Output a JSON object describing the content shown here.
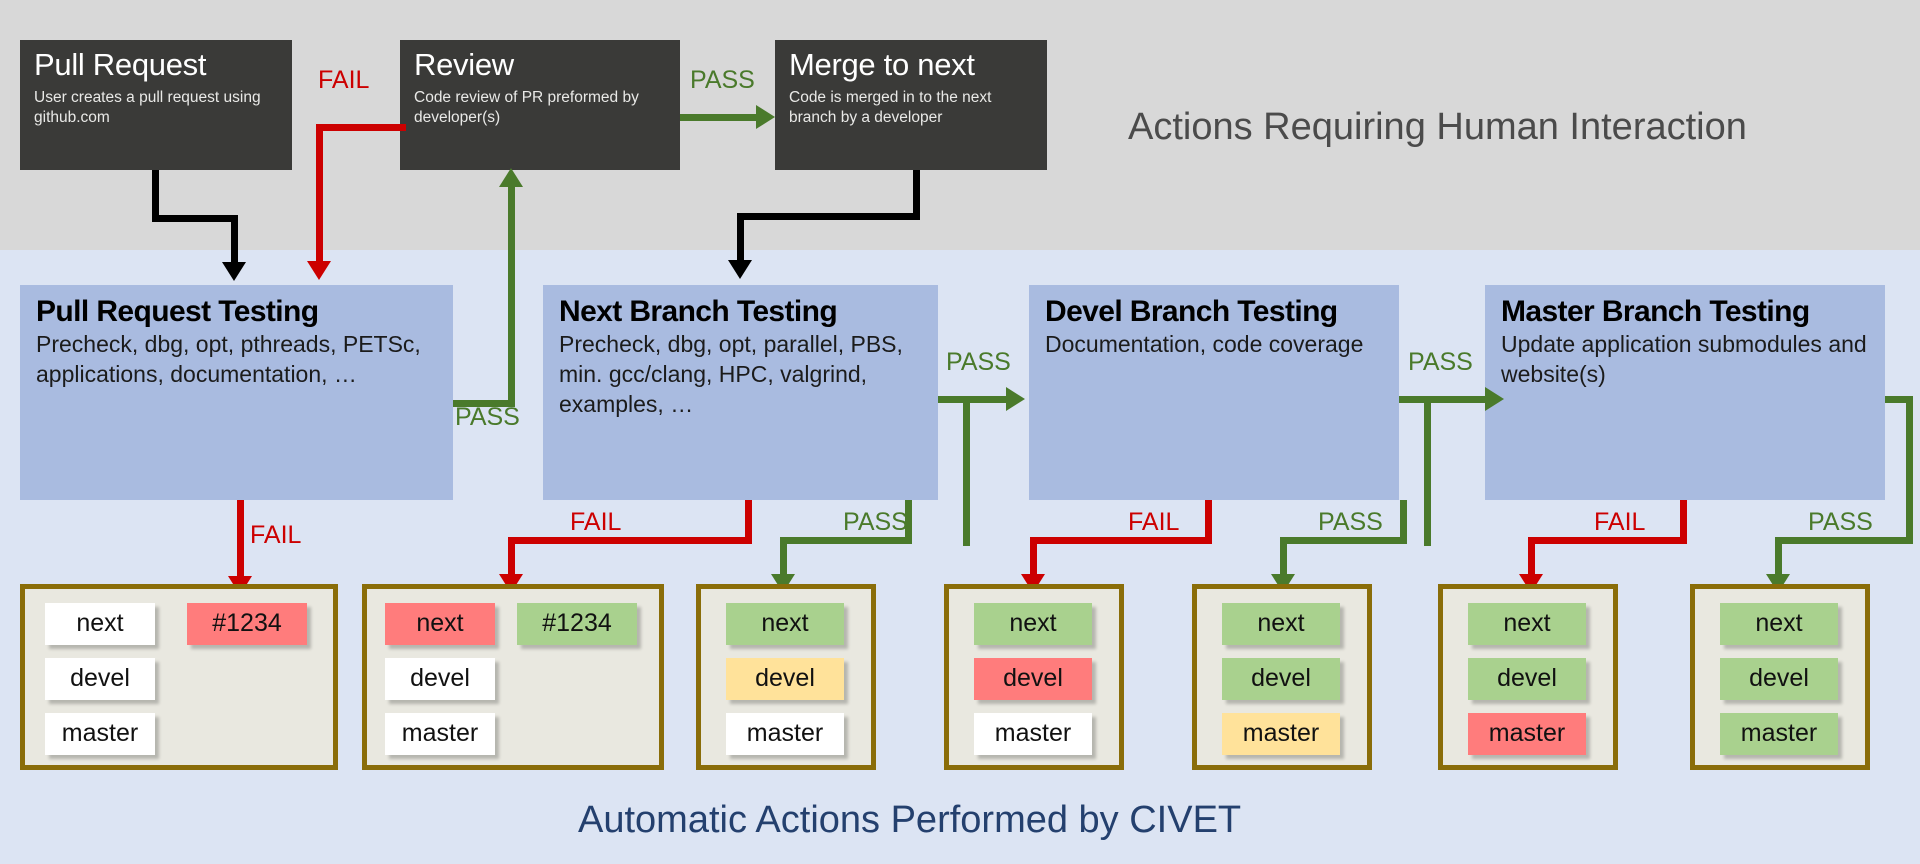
{
  "bands": {
    "human": {
      "title": "Actions Requiring Human Interaction",
      "bg": "#d8d8d8"
    },
    "auto": {
      "title": "Automatic Actions Performed by CIVET",
      "bg": "#dce4f3"
    }
  },
  "colors": {
    "fail": "#cc0000",
    "pass": "#4a7a2b",
    "neutral": "#000000",
    "dark_box": "#3a3a38",
    "blue_box": "#a9bbe0",
    "panel_border": "#8a6d09",
    "panel_fill": "#e9e8e0",
    "badge_green": "#a9d18e",
    "badge_red": "#ff7c7c",
    "badge_yellow": "#ffe29a",
    "badge_white": "#ffffff",
    "auto_title": "#24406e"
  },
  "human_steps": [
    {
      "title": "Pull Request",
      "desc": "User creates a pull request using github.com"
    },
    {
      "title": "Review",
      "desc": "Code review of PR preformed by developer(s)"
    },
    {
      "title": "Merge to next",
      "desc": "Code is merged in to the next branch by a developer"
    }
  ],
  "testing_stages": [
    {
      "title": "Pull Request Testing",
      "desc": "Precheck, dbg, opt, pthreads, PETSc, applications, documentation, …"
    },
    {
      "title": "Next Branch Testing",
      "desc": "Precheck, dbg, opt, parallel, PBS, min. gcc/clang, HPC, valgrind, examples, …"
    },
    {
      "title": "Devel Branch Testing",
      "desc": "Documentation, code coverage"
    },
    {
      "title": "Master Branch Testing",
      "desc": "Update application submodules and website(s)"
    }
  ],
  "edge_labels": {
    "review_fail": "FAIL",
    "review_pass": "PASS",
    "pr_test_pass": "PASS",
    "pr_test_fail": "FAIL",
    "next_test_fail": "FAIL",
    "next_test_pass": "PASS",
    "next_to_devel_pass": "PASS",
    "devel_fail": "FAIL",
    "devel_pass": "PASS",
    "devel_to_master_pass": "PASS",
    "master_fail": "FAIL",
    "master_pass": "PASS"
  },
  "status_panels": [
    {
      "id": "pr-fail",
      "rows": [
        {
          "label": "next",
          "state": "white"
        },
        {
          "label": "devel",
          "state": "white"
        },
        {
          "label": "master",
          "state": "white"
        }
      ],
      "pr": {
        "label": "#1234",
        "state": "red"
      }
    },
    {
      "id": "next-fail",
      "rows": [
        {
          "label": "next",
          "state": "red"
        },
        {
          "label": "devel",
          "state": "white"
        },
        {
          "label": "master",
          "state": "white"
        }
      ],
      "pr": {
        "label": "#1234",
        "state": "green"
      }
    },
    {
      "id": "next-pass",
      "rows": [
        {
          "label": "next",
          "state": "green"
        },
        {
          "label": "devel",
          "state": "yellow"
        },
        {
          "label": "master",
          "state": "white"
        }
      ]
    },
    {
      "id": "devel-fail",
      "rows": [
        {
          "label": "next",
          "state": "green"
        },
        {
          "label": "devel",
          "state": "red"
        },
        {
          "label": "master",
          "state": "white"
        }
      ]
    },
    {
      "id": "devel-pass",
      "rows": [
        {
          "label": "next",
          "state": "green"
        },
        {
          "label": "devel",
          "state": "green"
        },
        {
          "label": "master",
          "state": "yellow"
        }
      ]
    },
    {
      "id": "master-fail",
      "rows": [
        {
          "label": "next",
          "state": "green"
        },
        {
          "label": "devel",
          "state": "green"
        },
        {
          "label": "master",
          "state": "red"
        }
      ]
    },
    {
      "id": "master-pass",
      "rows": [
        {
          "label": "next",
          "state": "green"
        },
        {
          "label": "devel",
          "state": "green"
        },
        {
          "label": "master",
          "state": "green"
        }
      ]
    }
  ]
}
